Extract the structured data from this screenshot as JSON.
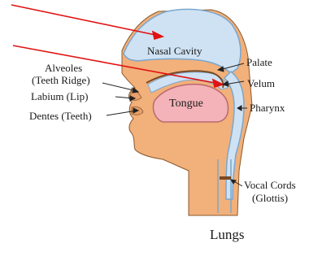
{
  "labels": {
    "nasal_cavity": "Nasal Cavity",
    "palate": "Palate",
    "velum": "Velum",
    "alveoles": "Alveoles",
    "teeth_ridge": "(Teeth Ridge)",
    "labium": "Labium (Lip)",
    "tongue": "Tongue",
    "pharynx": "Pharynx",
    "dentes": "Dentes (Teeth)",
    "vocal_cords": "Vocal Cords",
    "glottis": "(Glottis)",
    "lungs": "Lungs"
  },
  "colors": {
    "flesh": "#f2b07a",
    "flesh_outline": "#8a5a2e",
    "airway": "#cfe2f3",
    "airway_outline": "#7aa7cf",
    "tongue": "#f4b3b8",
    "tongue_outline": "#b86a70",
    "pointer": "#e11212",
    "leader": "#222222"
  }
}
